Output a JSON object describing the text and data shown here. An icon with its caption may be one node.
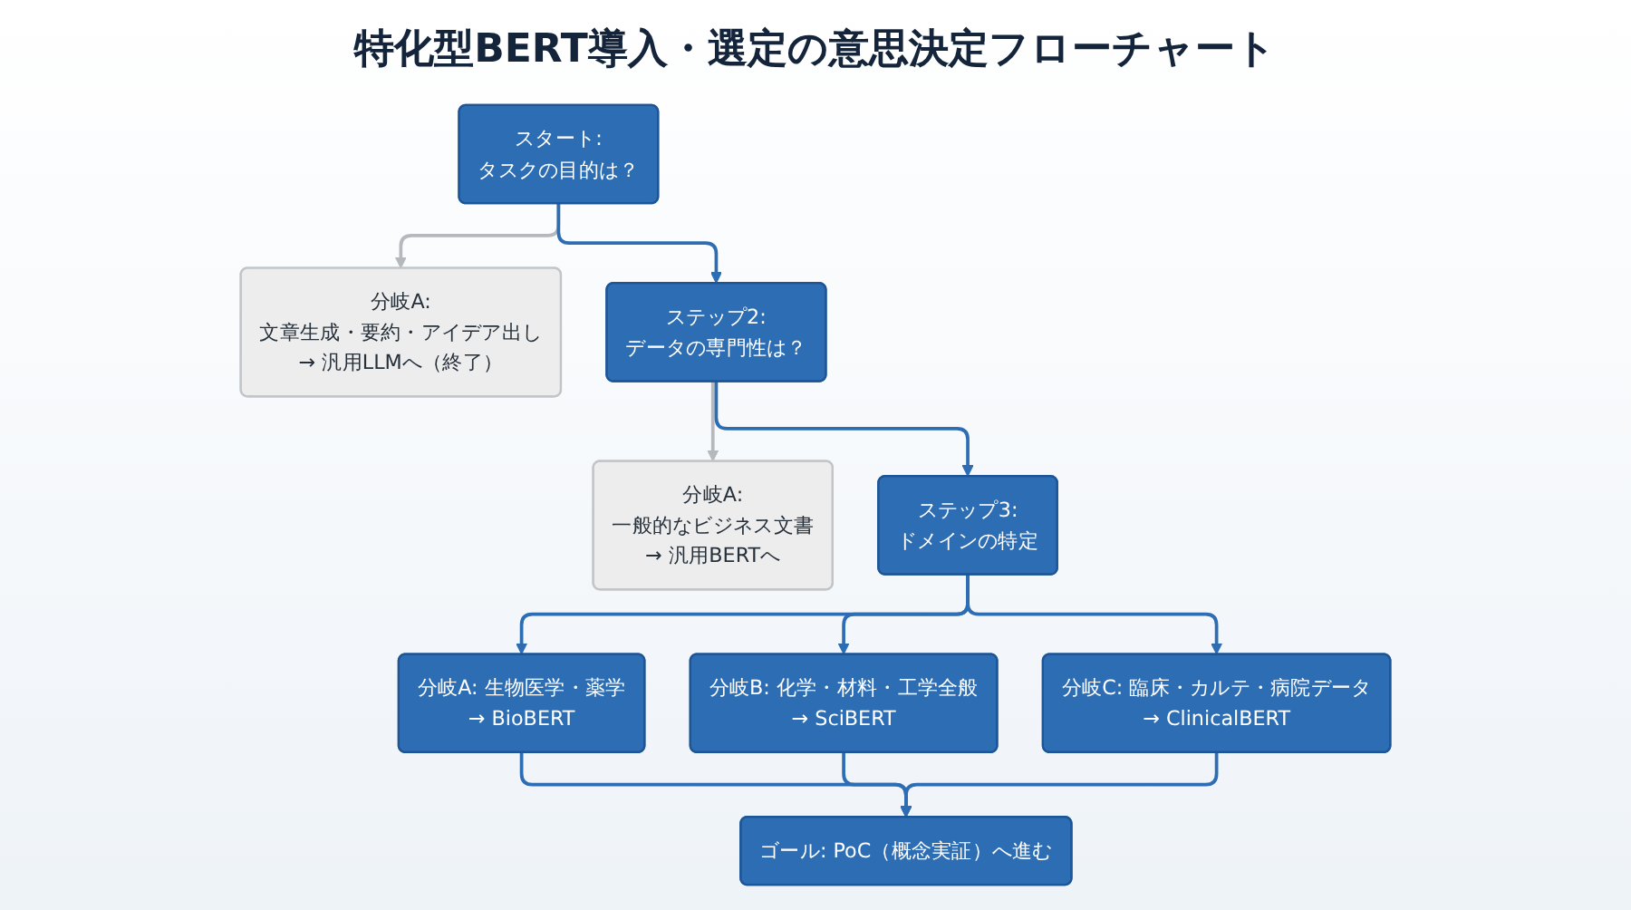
{
  "diagram": {
    "title": "特化型BERT導入・選定の意思決定フローチャート",
    "nodes": [
      {
        "text": [
          "スタート:",
          "タスクの目的は？"
        ]
      },
      {
        "text": [
          "分岐A:",
          "文章生成・要約・アイデア出し",
          "→ 汎用LLMへ（終了）"
        ]
      },
      {
        "text": [
          "ステップ2:",
          "データの専門性は？"
        ]
      },
      {
        "text": [
          "分岐A:",
          "一般的なビジネス文書",
          "→ 汎用BERTへ"
        ]
      },
      {
        "text": [
          "ステップ3:",
          "ドメインの特定"
        ]
      },
      {
        "text": [
          "分岐A: 生物医学・薬学",
          "→ BioBERT"
        ]
      },
      {
        "text": [
          "分岐B: 化学・材料・工学全般",
          "→ SciBERT"
        ]
      },
      {
        "text": [
          "分岐C: 臨床・カルテ・病院データ",
          "→ ClinicalBERT"
        ]
      },
      {
        "text": [
          "ゴール: PoC（概念実証）へ進む"
        ]
      }
    ],
    "edges": [
      {
        "from": 0,
        "to": 1,
        "arrow": "to",
        "color": "#b5b9bd"
      },
      {
        "from": 0,
        "to": 2,
        "arrow": "to"
      },
      {
        "from": 2,
        "to": 3,
        "arrow": "to",
        "color": "#b5b9bd"
      },
      {
        "from": 2,
        "to": 4,
        "arrow": "to"
      },
      {
        "from": 4,
        "to": 5,
        "arrow": "to"
      },
      {
        "from": 4,
        "to": 6,
        "arrow": "to"
      },
      {
        "from": 4,
        "to": 7,
        "arrow": "to"
      },
      {
        "from": 5,
        "to": 8,
        "arrow": "to"
      },
      {
        "from": 6,
        "to": 8,
        "arrow": "to"
      },
      {
        "from": 7,
        "to": 8,
        "arrow": "to"
      }
    ]
  }
}
